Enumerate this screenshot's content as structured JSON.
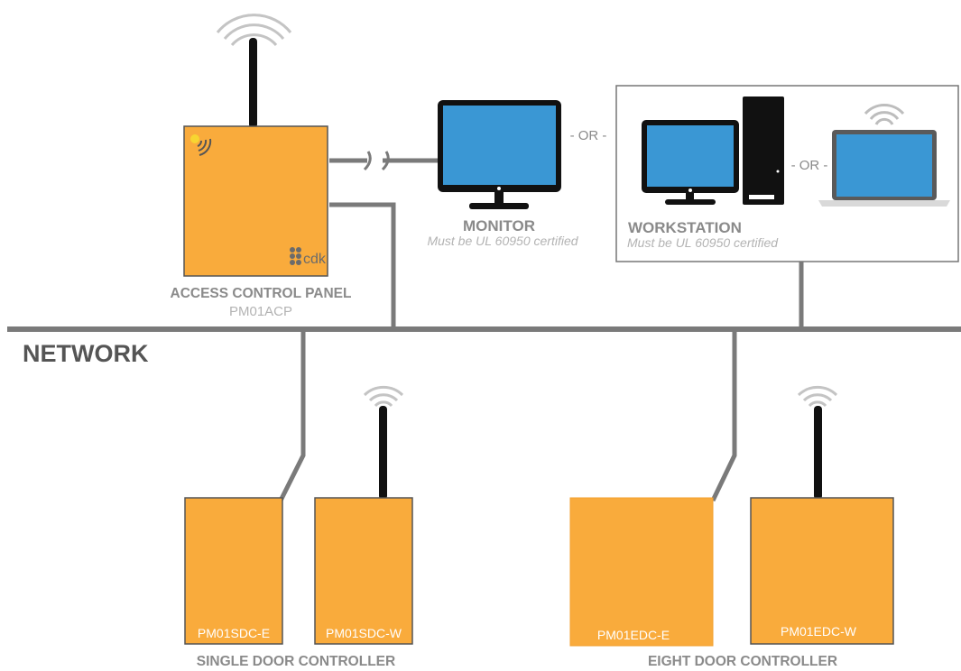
{
  "network": {
    "label": "NETWORK"
  },
  "access_control_panel": {
    "title": "ACCESS CONTROL PANEL",
    "model": "PM01ACP",
    "logo_text": "cdk"
  },
  "monitor": {
    "title": "MONITOR",
    "note": "Must be UL 60950 certified"
  },
  "or_label": "- OR -",
  "workstation": {
    "title": "WORKSTATION",
    "note": "Must be UL 60950 certified",
    "or_label": "- OR -"
  },
  "single_door_controller": {
    "title": "SINGLE DOOR CONTROLLER",
    "wired_model": "PM01SDC-E",
    "wireless_model": "PM01SDC-W"
  },
  "eight_door_controller": {
    "title": "EIGHT DOOR CONTROLLER",
    "wired_model": "PM01EDC-E",
    "wireless_model": "PM01EDC-W"
  },
  "colors": {
    "device_orange": "#f9ab3c",
    "screen_blue": "#3a97d4",
    "line_gray": "#7a7a7a",
    "label_gray": "#8a8a8a",
    "note_gray": "#b3b3b3",
    "network_text": "#555555"
  }
}
